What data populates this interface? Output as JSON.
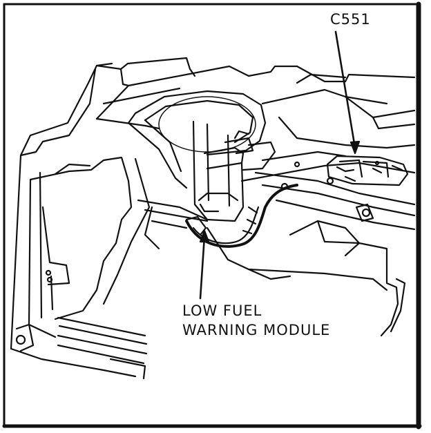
{
  "labels": {
    "connector": "C551",
    "module_line1": "LOW FUEL",
    "module_line2": "WARNING MODULE"
  },
  "colors": {
    "ink": "#111111",
    "paper": "#ffffff"
  }
}
